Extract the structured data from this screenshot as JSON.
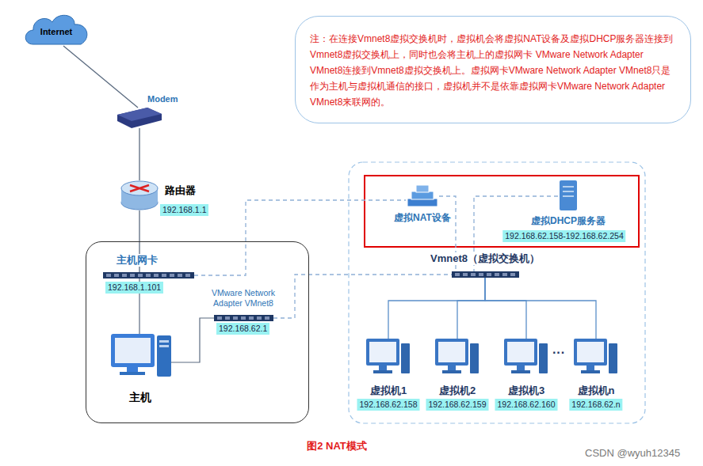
{
  "diagram": {
    "caption": "图2 NAT模式",
    "nodes": [
      {
        "text": [
          "注：在连接Vmnet8虚拟交换机时，虚拟机会将虚拟NAT设备及虚拟DHCP服务器连接到Vmnet8虚拟交换机上，同时也会将主机上的虚拟网卡 VMware Network Adapter VMnet8连接到Vmnet8虚拟交换机上。虚拟网卡VMware Network Adapter VMnet8只是作为主机与虚拟机通信的接口，虚拟机并不是依靠虚拟网卡VMware Network Adapter VMnet8来联网的。"
        ]
      },
      {
        "text": [
          "Internet"
        ]
      },
      {
        "text": [
          "Modem"
        ]
      },
      {
        "text": [
          "路由器",
          "192.168.1.1"
        ]
      },
      {
        "text": [
          "主机"
        ]
      },
      {
        "text": [
          "主机网卡",
          "192.168.1.101"
        ],
        "in": 4
      },
      {
        "text": [
          "VMware Network Adapter VMnet8",
          "192.168.62.1"
        ],
        "in": 4
      },
      {
        "text": [
          "虚拟NAT设备"
        ]
      },
      {
        "text": [
          "虚拟DHCP服务器",
          "192.168.62.158-192.168.62.254"
        ]
      },
      {
        "text": [
          "Vmnet8（虚拟交换机）"
        ]
      },
      {
        "text": [
          "虚拟机1",
          "192.168.62.158"
        ]
      },
      {
        "text": [
          "虚拟机2",
          "192.168.62.159"
        ]
      },
      {
        "text": [
          "虚拟机3",
          "192.168.62.160"
        ]
      },
      {
        "text": [
          "虚拟机n",
          "192.168.62.n"
        ]
      }
    ],
    "edges": [
      {
        "from": 1,
        "to": 2,
        "arrow": "none"
      },
      {
        "from": 2,
        "to": 3,
        "arrow": "none"
      },
      {
        "from": 3,
        "to": 5,
        "arrow": "none"
      },
      {
        "from": 5,
        "to": 7,
        "arrow": "none"
      },
      {
        "from": 6,
        "to": 9,
        "arrow": "none"
      },
      {
        "from": 7,
        "to": 9,
        "arrow": "none"
      },
      {
        "from": 8,
        "to": 9,
        "arrow": "none"
      },
      {
        "from": 9,
        "to": 10,
        "arrow": "none"
      },
      {
        "from": 9,
        "to": 11,
        "arrow": "none"
      },
      {
        "from": 9,
        "to": 12,
        "arrow": "none"
      },
      {
        "from": 9,
        "to": 13,
        "arrow": "none"
      }
    ],
    "labels": [
      "···",
      "CSDN @wyuh12345"
    ]
  }
}
